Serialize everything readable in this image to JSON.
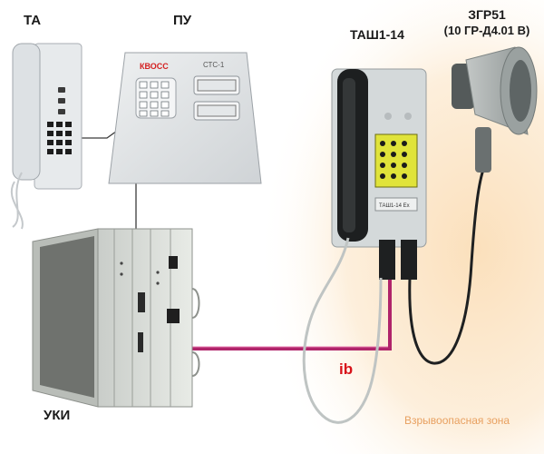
{
  "labels": {
    "ta": "ТА",
    "pu": "ПУ",
    "tash": "ТАШ1-14",
    "zgr_model": "ЗГР51",
    "zgr_spec": "(10 ГР-Д4.01 В)",
    "uki": "УКИ",
    "line": "ib",
    "zone": "Взрывоопасная зона"
  },
  "devices": {
    "pu_logo": "КВОСС",
    "pu_display": "СТС-1",
    "tash_plate": "ТАШ1-14 Ex"
  },
  "colors": {
    "line": "#b0246a",
    "ib_text": "#d8121a",
    "zone_glow": "#fbe6c8",
    "zone_text": "#e8a060"
  }
}
